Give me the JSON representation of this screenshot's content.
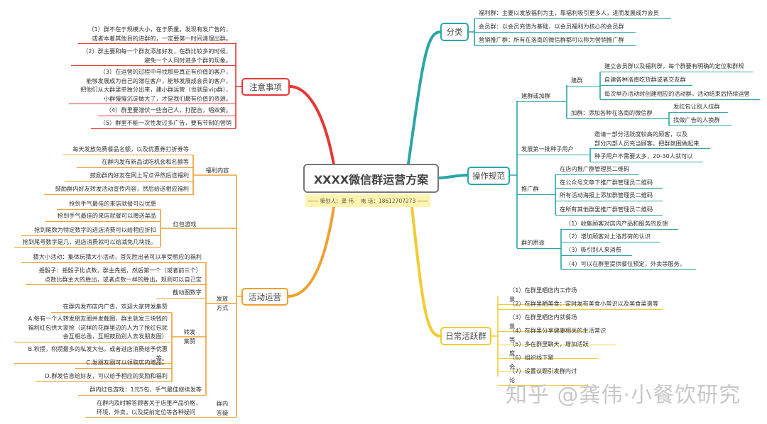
{
  "title": "XXXX微信群运营方案",
  "subtitle": "—— 策划人：龚 伟　 电 话：18612707273 ——",
  "watermark": "知乎 @龚伟·小餐饮研究",
  "notes": {
    "label": "注意事项",
    "items": [
      "（1）群不在于规模大小，在于质量。发现有发广告的，\n或者本着其他目的进群的，一定要第一时间清理出群。",
      "（2）群主要和每一个群友添加好友，在群比较多的时候，\n避免一个人同时进多个群的现象。",
      "（3）在运营的过程中寻找那些真正有价值的客户，\n能够发展成为自己的潜在客户，能够发展成会员的客户，\n把他们从大群里单独分出来，建小群运营（也就是vip群），\n小群慢慢沉淀做大了，才是我们最有价值的资源。",
      "（4）群里要潜伏一些自己人，打配合，唱双簧。",
      "（5）群里不能一次性发过多广告，要有节制的营销"
    ]
  },
  "activity": {
    "label": "活动运营",
    "welfare": {
      "label": "福利内容",
      "items": [
        "每天发放免费餐品名额，以及优惠券打折券等",
        "在群内发布新品试吃机会和名额等",
        "鼓励群内好友在网上写点评然后送福利",
        "鼓励群内好友转发活动宣传内容，然后给送相应福利"
      ]
    },
    "redpacket": {
      "label": "红包游戏",
      "items": [
        "抢到手气最佳的来店就餐可以优惠",
        "抢到手气最佳的来店就餐可以赠送菜品",
        "抢到尾数为特定数字的进店消费可以给相应折扣",
        "抢到尾号数字是几，进店消费就可以给减免几块钱。"
      ]
    },
    "distribution": {
      "label": "发放\n方式",
      "items": [
        "猜大小活动：集体玩猜大小活动，首先胜出者可以享受相应的福利",
        "摇骰子：摇骰子比点数，群主先摇，然后第一个（或者前三个）\n点数比群主大的胜出，或者点数一样的胜出，规则可以自己定",
        "截动图数字"
      ],
      "forward": {
        "label": "转发\n集赞",
        "items": [
          "在群内发布店内广告，欢迎大家转发集赞",
          "A.每有一个人转发朋友圈并发截图，群主就发三块钱的\n福利红包供大家抢（这样的花群里边的人为了抢红包就\n会互相怂恿，互相鼓励别人去发朋友圈）",
          "B.积攒，积攒最多的私发大包，或者进店消费给予优惠等。",
          "C.发朋友圈可以领取店内赠品。",
          "D.群发信息给好友，可以给予相应的奖励和福利"
        ]
      },
      "last": "群内红包游戏：1元5包，手气最佳继续发等"
    },
    "qa": {
      "label": "群内\n答疑",
      "items": [
        "在群内及时解答顾客关于店里产品价格，\n环境，外卖，以及提前定位等各种疑问"
      ]
    }
  },
  "category": {
    "label": "分类",
    "items": [
      "福利群：主要以发放福利为主，靠福利吸引更多人，进而发展成为会员",
      "会员群：以会员充值为基础，以会员福利为核心的会员群",
      "营销推广群：所有在洛南的微信群都可以称为营销推广群"
    ]
  },
  "ops": {
    "label": "操作规范",
    "build": {
      "label": "建群或加群",
      "create": {
        "label": "建群",
        "items": [
          "建立会员群以及福利群，每个群要有明确的定位和群规",
          "自建各种洛南吃货群或者交友群",
          "每次举办活动时创建相应的活动群，活动结束后持续运营"
        ]
      },
      "join": {
        "label": "加群：添加各种在洛南的微信群",
        "items": [
          "发红包让别人拉群",
          "找做广告的人换群"
        ]
      }
    },
    "seed": {
      "label": "发展第一批种子用户",
      "items": [
        "邀请一部分活跃度较高的顾客，以及\n部分内部人员充当顾客，把群氛围做起来",
        "种子用户不需要太多，20-30人就可以"
      ]
    },
    "promote": {
      "label": "推广群",
      "items": [
        "在店内推广群管理员二维码",
        "在公众号文章下推广群管理员二维码",
        "所有活动海报上添加群管理员二维码",
        "在所有其他群里推广群管理员二维码"
      ]
    },
    "usage": {
      "label": "群的用途",
      "items": [
        "（1）收集顾客对店内产品和服务的反馈",
        "（2）增加顾客对上洛苏荷的认识",
        "（3）吸引别人来消费",
        "（4）可以在群里提供餐位预定，外卖等服务。"
      ]
    }
  },
  "daily": {
    "label": "日常活跃群",
    "items": [
      "（1）在群里晒店内工作场景",
      "（2）在群里晒美食：定时发布美食小常识以及美食菜谱等",
      "（3）在群里晒店内就餐场景",
      "（4）在群里分享健康相关的生活常识等",
      "（5）多在群里聊天，增加活跃度",
      "（6）组织线下聚会",
      "（7）设置议题引发群内讨论"
    ]
  },
  "colors": {
    "notes": "#e53935",
    "activity": "#f0a030",
    "teal": "#2aa6a8",
    "daily": "#f2cc30"
  }
}
